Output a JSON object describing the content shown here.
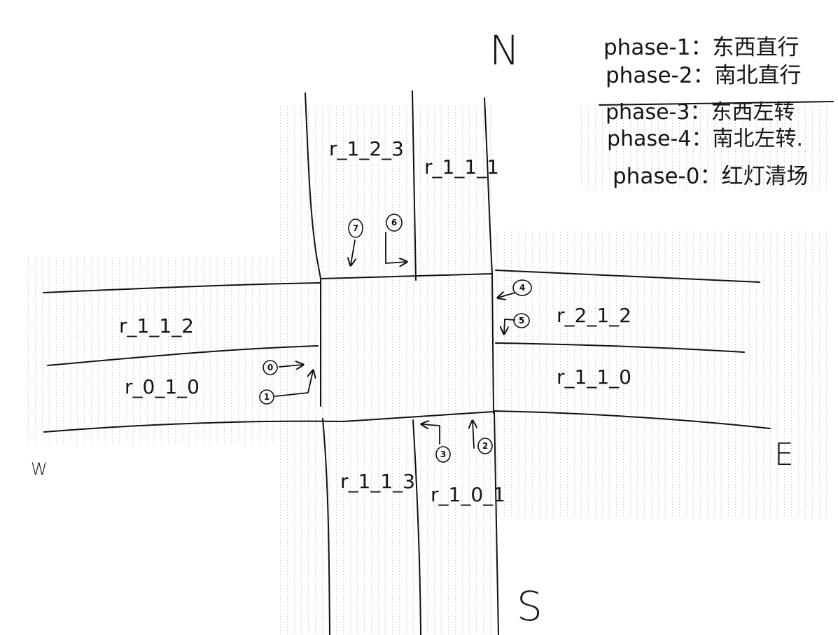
{
  "compass": {
    "north": "N",
    "south": "S",
    "east": "E",
    "west": "W"
  },
  "phases": [
    "phase-1：东西直行",
    "phase-2：南北直行",
    "phase-3：东西左转",
    "phase-4：南北左转.",
    "phase-0：红灯清场"
  ],
  "roads": {
    "north_left": "r_1_2_3",
    "north_right": "r_1_1_1",
    "west_top": "r_1_1_2",
    "west_bottom": "r_0_1_0",
    "east_top": "r_2_1_2",
    "east_bottom": "r_1_1_0",
    "south_left": "r_1_1_3",
    "south_right": "r_1_0_1"
  },
  "movements": {
    "m0": "0",
    "m1": "1",
    "m2": "2",
    "m3": "3",
    "m4": "4",
    "m5": "5",
    "m6": "6",
    "m7": "7"
  }
}
